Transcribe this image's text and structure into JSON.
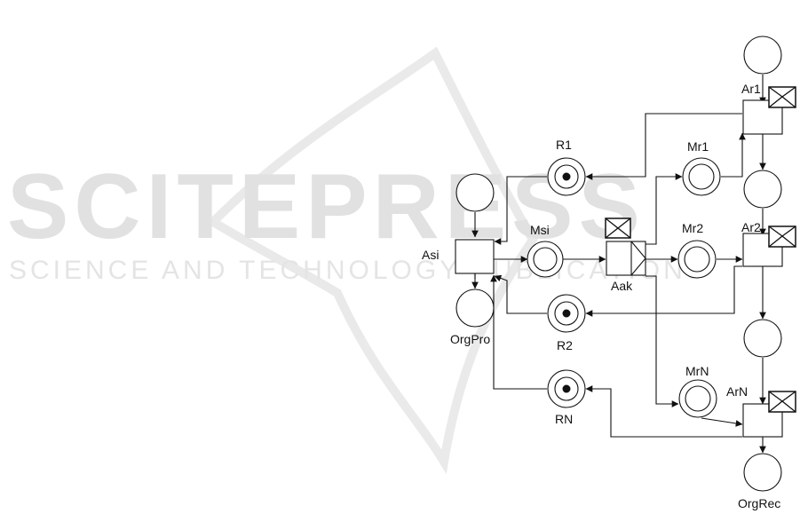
{
  "watermark": {
    "line1": "SCITEPRESS",
    "line2": "SCIENCE AND TECHNOLOGY PUBLICATIONS"
  },
  "diagram": {
    "type": "petri-net",
    "places": [
      {
        "id": "p_top_right",
        "label": "",
        "tokens": 0,
        "inner_ring": false
      },
      {
        "id": "p_mid_right",
        "label": "",
        "tokens": 0,
        "inner_ring": false
      },
      {
        "id": "p_low_right",
        "label": "",
        "tokens": 0,
        "inner_ring": false
      },
      {
        "id": "p_asi_input",
        "label": "",
        "tokens": 0,
        "inner_ring": false
      },
      {
        "id": "OrgPro",
        "label": "OrgPro",
        "tokens": 0,
        "inner_ring": false
      },
      {
        "id": "OrgRec",
        "label": "OrgRec",
        "tokens": 0,
        "inner_ring": false
      },
      {
        "id": "R1",
        "label": "R1",
        "tokens": 1,
        "inner_ring": true
      },
      {
        "id": "R2",
        "label": "R2",
        "tokens": 1,
        "inner_ring": true
      },
      {
        "id": "RN",
        "label": "RN",
        "tokens": 1,
        "inner_ring": true
      },
      {
        "id": "Msi",
        "label": "Msi",
        "tokens": 0,
        "inner_ring": true
      },
      {
        "id": "Mr1",
        "label": "Mr1",
        "tokens": 0,
        "inner_ring": true
      },
      {
        "id": "Mr2",
        "label": "Mr2",
        "tokens": 0,
        "inner_ring": true
      },
      {
        "id": "MrN",
        "label": "MrN",
        "tokens": 0,
        "inner_ring": true
      }
    ],
    "transitions": [
      {
        "id": "Asi",
        "label": "Asi",
        "message_icon": false
      },
      {
        "id": "Aak",
        "label": "Aak",
        "message_icon": true
      },
      {
        "id": "Ar1",
        "label": "Ar1",
        "message_icon": true
      },
      {
        "id": "Ar2",
        "label": "Ar2",
        "message_icon": true
      },
      {
        "id": "ArN",
        "label": "ArN",
        "message_icon": true
      }
    ],
    "icons": {
      "message": "envelope-icon",
      "token": "token-dot-icon"
    }
  }
}
